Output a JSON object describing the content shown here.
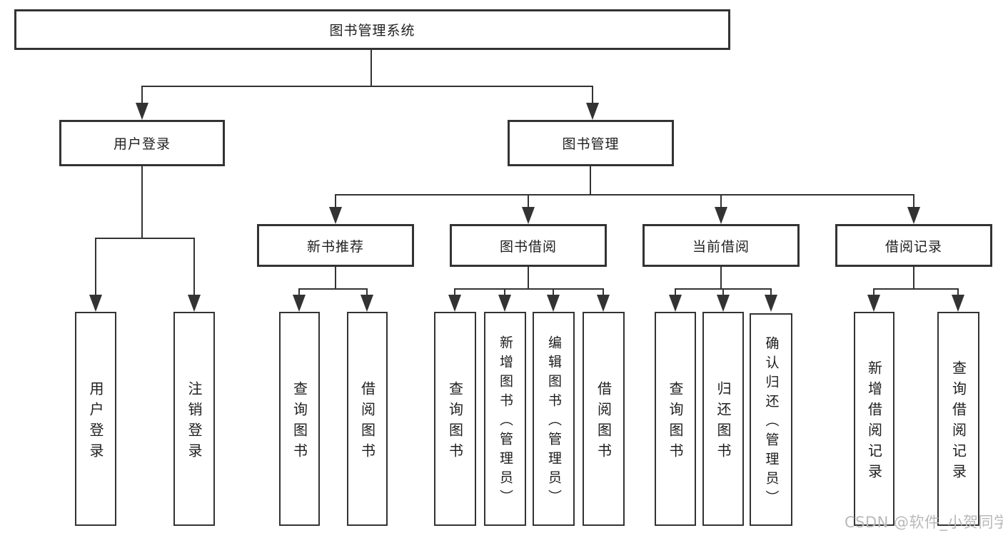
{
  "nodes": {
    "root": "图书管理系统",
    "level2": [
      "用户登录",
      "图书管理"
    ],
    "level3": [
      "新书推荐",
      "图书借阅",
      "当前借阅",
      "借阅记录"
    ],
    "login_children": [
      "用户登录",
      "注销登录"
    ],
    "newbook_children": [
      "查询图书",
      "借阅图书"
    ],
    "borrow_children": [
      "查询图书",
      "新增图书（管理员）",
      "编辑图书（管理员）",
      "借阅图书"
    ],
    "current_children": [
      "查询图书",
      "归还图书",
      "确认归还（管理员）"
    ],
    "records_children": [
      "新增借阅记录",
      "查询借阅记录"
    ]
  },
  "watermark": "CSDN @软件_小贺同学",
  "colors": {
    "line": "#333333",
    "text": "#1e1e1e",
    "watermark": "#b9b9b9",
    "background": "#ffffff"
  }
}
